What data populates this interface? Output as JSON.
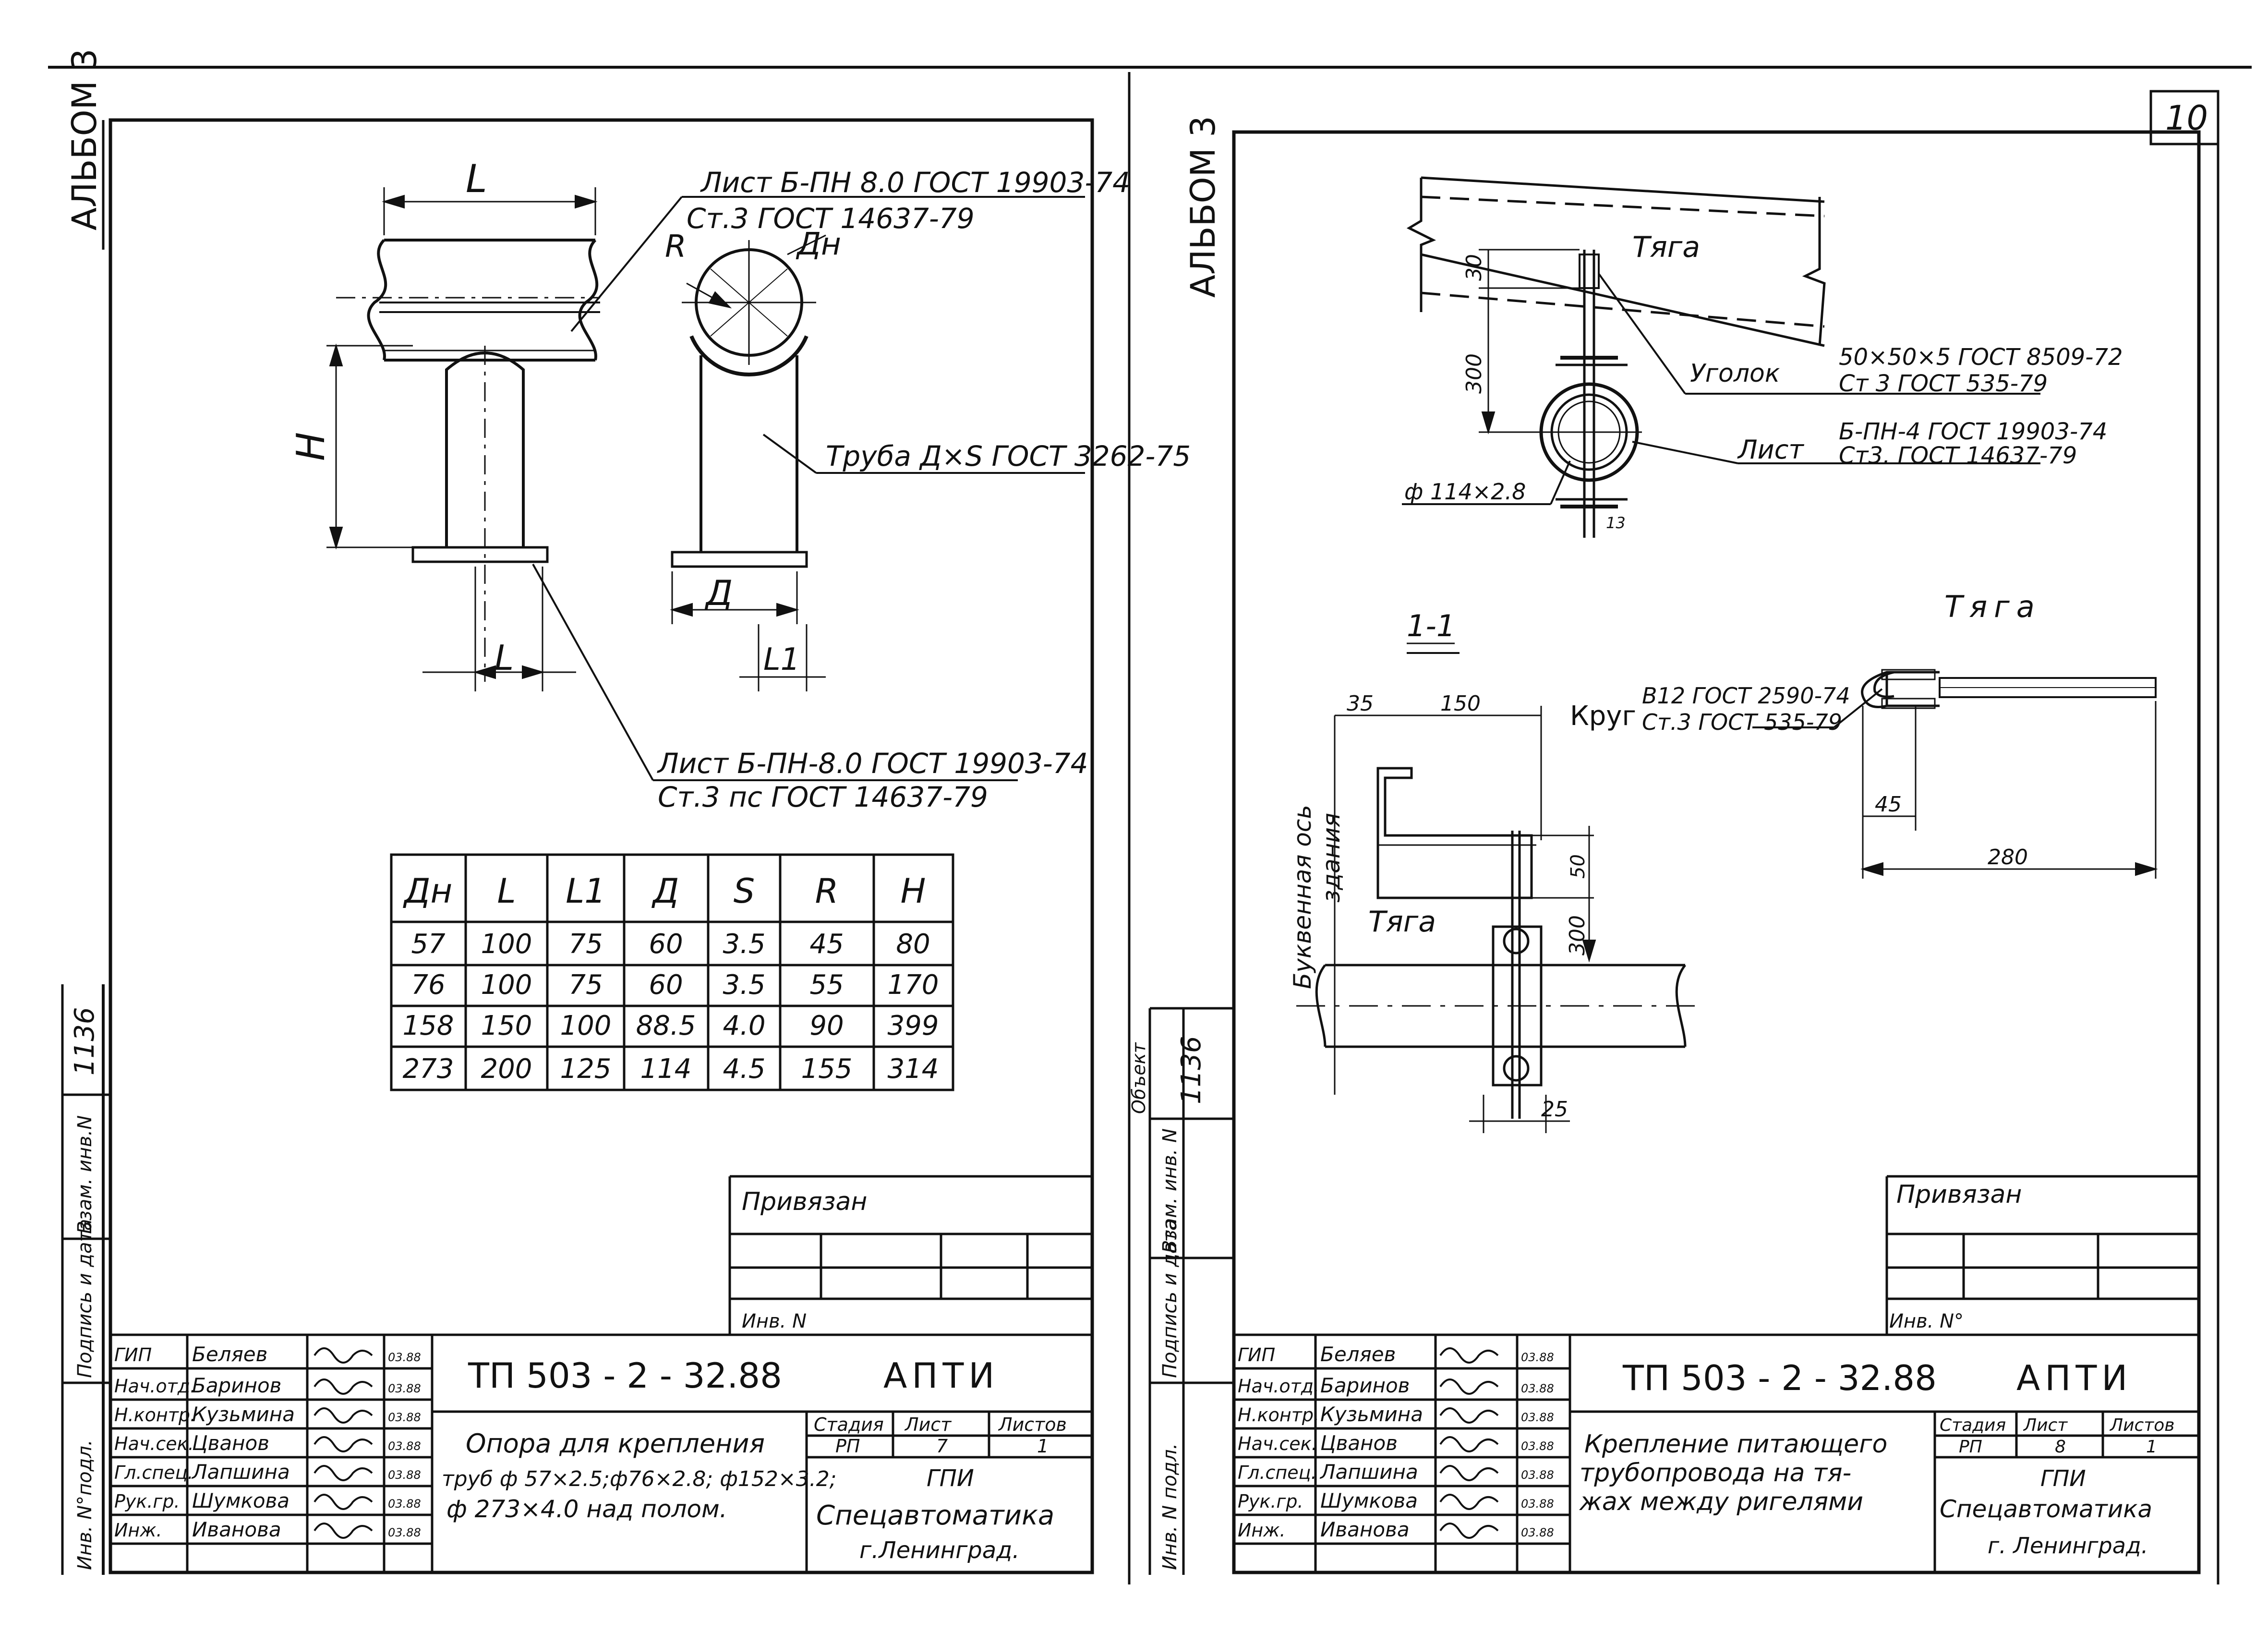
{
  "album_left": "АЛЬБОМ 3",
  "album_right": "АЛЬБОМ 3",
  "sheet_number": "10",
  "left": {
    "dim_L_top": "L",
    "dim_H": "H",
    "dim_R": "R",
    "dim_Dn": "Дн",
    "dim_D": "Д",
    "dim_L_bottom": "L",
    "dim_L1": "L1",
    "callout_sheet_top_1": "Лист Б-ПН 8.0 ГОСТ 19903-74",
    "callout_sheet_top_2": "Ст.3 ГОСТ 14637-79",
    "callout_pipe": "Труба Д×S ГОСТ 3262-75",
    "callout_sheet_bottom_1": "Лист Б-ПН-8.0 ГОСТ 19903-74",
    "callout_sheet_bottom_2": "Ст.3 пс ГОСТ 14637-79",
    "table": {
      "headers": [
        "Дн",
        "L",
        "L1",
        "Д",
        "S",
        "R",
        "H"
      ],
      "rows": [
        [
          "57",
          "100",
          "75",
          "60",
          "3.5",
          "45",
          "80"
        ],
        [
          "76",
          "100",
          "75",
          "60",
          "3.5",
          "55",
          "170"
        ],
        [
          "158",
          "150",
          "100",
          "88.5",
          "4.0",
          "90",
          "399"
        ],
        [
          "273",
          "200",
          "125",
          "114",
          "4.5",
          "155",
          "314"
        ]
      ]
    },
    "side_labels": [
      "Инв. N°подл.",
      "Подпись и дата",
      "Взам. инв.N",
      "1136"
    ],
    "stamp": {
      "privyazan": "Привязан",
      "inv_n": "Инв. N",
      "code": "ТП 503 - 2 - 32.88",
      "org_code": "АПТИ",
      "title_lines": [
        "Опора для крепления",
        "труб ф 57×2.5;ф76×2.8; ф152×3.2;",
        "ф 273×4.0 над полом."
      ],
      "stage_headers": [
        "Стадия",
        "Лист",
        "Листов"
      ],
      "stage_values": [
        "РП",
        "7",
        "1"
      ],
      "org_lines": [
        "ГПИ",
        "Спецавтоматика",
        "г.Ленинград."
      ],
      "people": [
        [
          "ГИП",
          "Беляев",
          "03.88"
        ],
        [
          "Нач.отд.",
          "Баринов",
          "03.88"
        ],
        [
          "Н.контр.",
          "Кузьмина",
          "03.88"
        ],
        [
          "Нач.сек.",
          "Цванов",
          "03.88"
        ],
        [
          "Гл.спец.",
          "Лапшина",
          "03.88"
        ],
        [
          "Рук.гр.",
          "Шумкова",
          "03.88"
        ],
        [
          "Инж.",
          "Иванова",
          "03.88"
        ]
      ]
    }
  },
  "right": {
    "label_tyaga_top": "Тяга",
    "dim_30": "30",
    "dim_300_top": "300",
    "callout_angle_name": "Уголок",
    "callout_angle_1": "50×50×5 ГОСТ 8509-72",
    "callout_angle_2": "Ст 3 ГОСТ 535-79",
    "callout_sheet_name": "Лист",
    "callout_sheet_1": "Б-ПН-4 ГОСТ 19903-74",
    "callout_sheet_2": "Ст3. ГОСТ 14637-79",
    "pipe_label": "ф 114×2.8",
    "dim_13": "13",
    "section": "1-1",
    "tyaga_detail_title": "Тяга",
    "callout_round_name": "Круг",
    "callout_round_1": "В12 ГОСТ 2590-74",
    "callout_round_2": "Ст.3 ГОСТ 535-79",
    "dim_45": "45",
    "dim_280": "280",
    "dim_35": "35",
    "dim_150": "150",
    "dim_50": "50",
    "dim_300_bottom": "300",
    "dim_25": "25",
    "label_tyaga_section": "Тяга",
    "building_axis": [
      "Буквенная ось",
      "здания"
    ],
    "side_labels": [
      "Инв. N подл.",
      "Подпись и дата",
      "Взам. инв. N",
      "1136",
      "Объект"
    ],
    "stamp": {
      "privyazan": "Привязан",
      "inv_n": "Инв. N°",
      "code": "ТП 503 - 2 - 32.88",
      "org_code": "АПТИ",
      "title_lines": [
        "Крепление питающего",
        "трубопровода на тя-",
        "жах между ригелями"
      ],
      "stage_headers": [
        "Стадия",
        "Лист",
        "Листов"
      ],
      "stage_values": [
        "РП",
        "8",
        "1"
      ],
      "org_lines": [
        "ГПИ",
        "Спецавтоматика",
        "г. Ленинград."
      ],
      "people": [
        [
          "ГИП",
          "Беляев",
          "03.88"
        ],
        [
          "Нач.отд.",
          "Баринов",
          "03.88"
        ],
        [
          "Н.контр.",
          "Кузьмина",
          "03.88"
        ],
        [
          "Нач.сек.",
          "Цванов",
          "03.88"
        ],
        [
          "Гл.спец.",
          "Лапшина",
          "03.88"
        ],
        [
          "Рук.гр.",
          "Шумкова",
          "03.88"
        ],
        [
          "Инж.",
          "Иванова",
          "03.88"
        ]
      ]
    }
  }
}
